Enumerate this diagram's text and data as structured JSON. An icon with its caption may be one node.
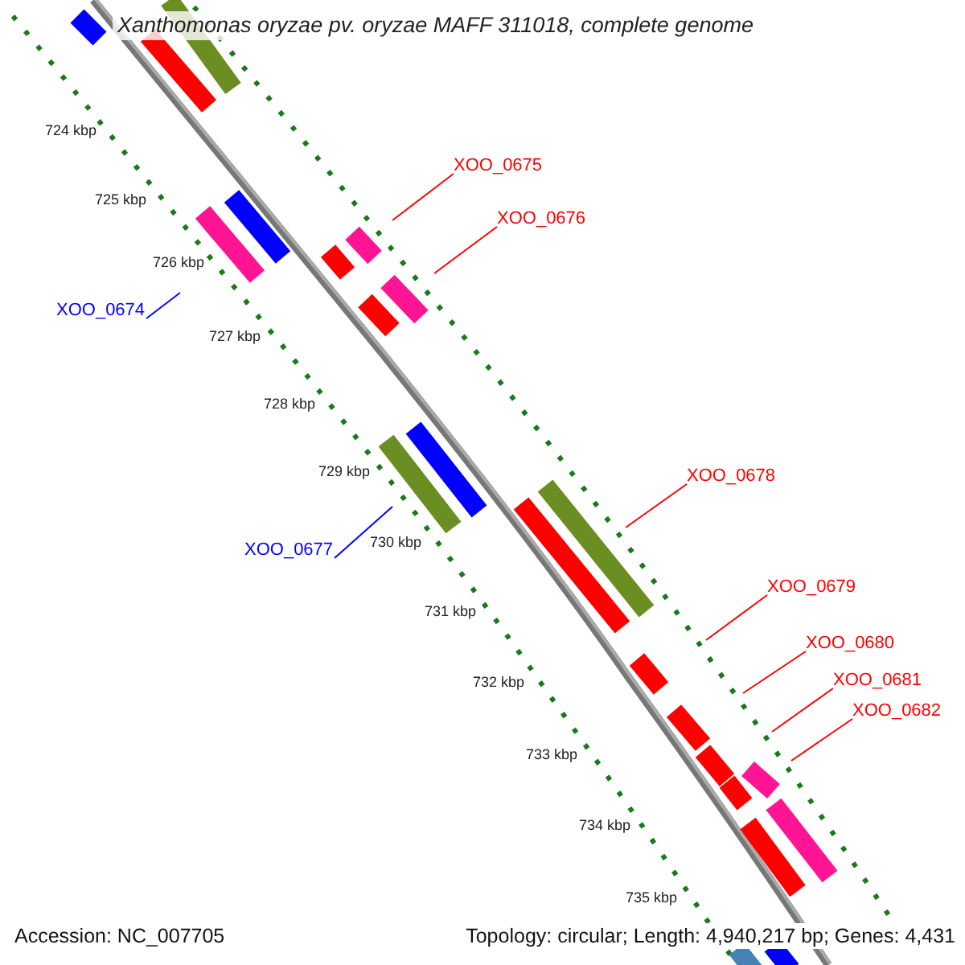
{
  "diagram": {
    "title": "Xanthomonas oryzae pv. oryzae MAFF 311018, complete genome",
    "nodes": [
      {
        "text": [
          "XOO_0675"
        ]
      },
      {
        "text": [
          "XOO_0676"
        ]
      },
      {
        "text": [
          "XOO_0674"
        ]
      },
      {
        "text": [
          "XOO_0677"
        ]
      },
      {
        "text": [
          "XOO_0678"
        ]
      },
      {
        "text": [
          "XOO_0679"
        ]
      },
      {
        "text": [
          "XOO_0680"
        ]
      },
      {
        "text": [
          "XOO_0681"
        ]
      },
      {
        "text": [
          "XOO_0682"
        ]
      }
    ],
    "edges": [
      {
        "from": 0,
        "to": null,
        "arrow": "none"
      },
      {
        "from": 1,
        "to": null,
        "arrow": "none"
      },
      {
        "from": 2,
        "to": null,
        "arrow": "none",
        "color": "#0000ff"
      },
      {
        "from": 3,
        "to": null,
        "arrow": "none",
        "color": "#0000ff"
      },
      {
        "from": 4,
        "to": null,
        "arrow": "none"
      },
      {
        "from": 5,
        "to": null,
        "arrow": "none"
      },
      {
        "from": 6,
        "to": null,
        "arrow": "none"
      },
      {
        "from": 7,
        "to": null,
        "arrow": "none"
      },
      {
        "from": 8,
        "to": null,
        "arrow": "none"
      }
    ],
    "labels": [
      "724 kbp",
      "725 kbp",
      "726 kbp",
      "727 kbp",
      "728 kbp",
      "729 kbp",
      "730 kbp",
      "731 kbp",
      "732 kbp",
      "733 kbp",
      "734 kbp",
      "735 kbp",
      "Accession: NC_007705",
      "Topology: circular; Length: 4,940,217 bp; Genes: 4,431"
    ]
  }
}
